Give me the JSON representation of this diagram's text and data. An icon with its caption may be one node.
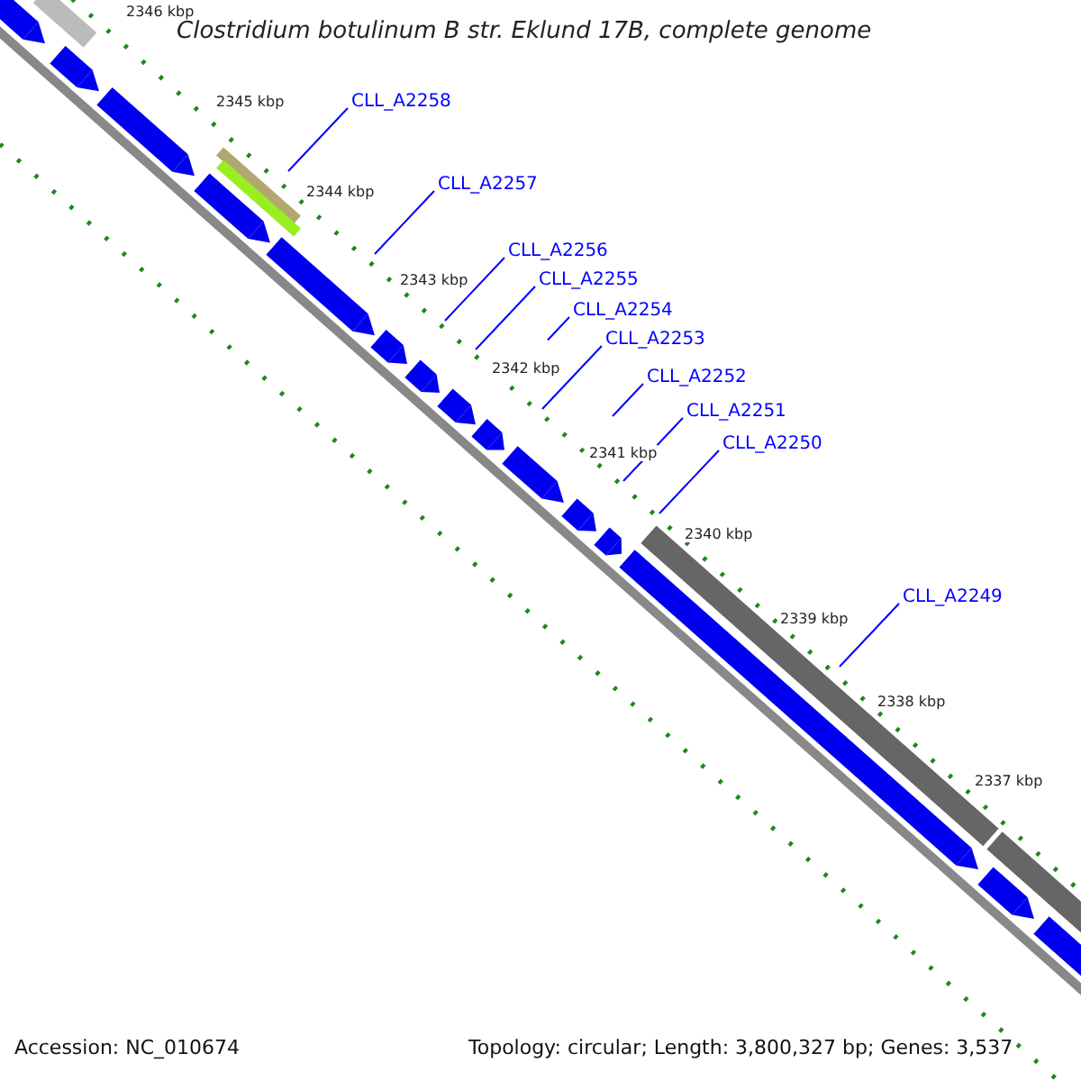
{
  "diagram": {
    "title": "Clostridium botulinum B str. Eklund 17B, complete genome",
    "nodes": [
      {
        "text": [
          "CLL_A2258"
        ]
      },
      {
        "text": [
          "CLL_A2257"
        ]
      },
      {
        "text": [
          "CLL_A2256"
        ]
      },
      {
        "text": [
          "CLL_A2255"
        ]
      },
      {
        "text": [
          "CLL_A2254"
        ]
      },
      {
        "text": [
          "CLL_A2253"
        ]
      },
      {
        "text": [
          "CLL_A2252"
        ]
      },
      {
        "text": [
          "CLL_A2251"
        ]
      },
      {
        "text": [
          "CLL_A2250"
        ]
      },
      {
        "text": [
          "CLL_A2249"
        ]
      }
    ],
    "edges": [
      {
        "from": 0,
        "to": null,
        "arrow": "none"
      },
      {
        "from": 1,
        "to": null,
        "arrow": "none"
      },
      {
        "from": 2,
        "to": null,
        "arrow": "none"
      },
      {
        "from": 3,
        "to": null,
        "arrow": "none"
      },
      {
        "from": 4,
        "to": null,
        "arrow": "none"
      },
      {
        "from": 5,
        "to": null,
        "arrow": "none"
      },
      {
        "from": 6,
        "to": null,
        "arrow": "none"
      },
      {
        "from": 7,
        "to": null,
        "arrow": "none"
      },
      {
        "from": 8,
        "to": null,
        "arrow": "none"
      },
      {
        "from": 9,
        "to": null,
        "arrow": "none"
      }
    ],
    "labels": [
      "2346 kbp",
      "2345 kbp",
      "2344 kbp",
      "2343 kbp",
      "2342 kbp",
      "2341 kbp",
      "2340 kbp",
      "2339 kbp",
      "2338 kbp",
      "2337 kbp",
      "Accession: NC_010674",
      "Topology: circular; Length: 3,800,327 bp; Genes: 3,537"
    ]
  }
}
